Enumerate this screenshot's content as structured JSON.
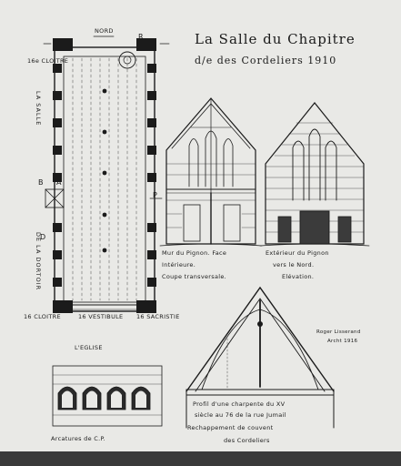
{
  "header": {
    "title_line1": "La Salle du Chapitre",
    "title_line2": "d/e des Cordeliers 1910"
  },
  "plan": {
    "north": "NORD",
    "cloitre_top": "16e CLOITRE",
    "cloitre_bottom": "16 CLOITRE",
    "vestibule": "16 VESTIBULE",
    "sacristie": "16 SACRISTIE",
    "eglise": "L'EGLISE",
    "left_side_upper": "LA SALLE",
    "left_side_lower": "DE LA DORTOIR",
    "mark_b": "B",
    "mark_a": "A",
    "mark_p": "P",
    "mark_r": "R",
    "mark_d": "D"
  },
  "gable_interior": {
    "caption_line1": "Mur du Pignon. Face",
    "caption_line2": "Intérieure.",
    "caption_line3": "Coupe transversale."
  },
  "gable_exterior": {
    "caption_line1": "Extérieur du Pignon",
    "caption_line2": "vers le Nord.",
    "caption_line3": "Elévation."
  },
  "truss": {
    "signature_line1": "Roger Lisserand",
    "signature_line2": "Archt 1916",
    "caption_line1": "Profil d'une charpente du XV",
    "caption_line2": "siècle au 76 de la rue Jumail",
    "caption_line3": "Rechappement de couvent",
    "caption_line4": "des Cordeliers"
  },
  "arcade": {
    "caption": "Arcatures de C.P."
  }
}
